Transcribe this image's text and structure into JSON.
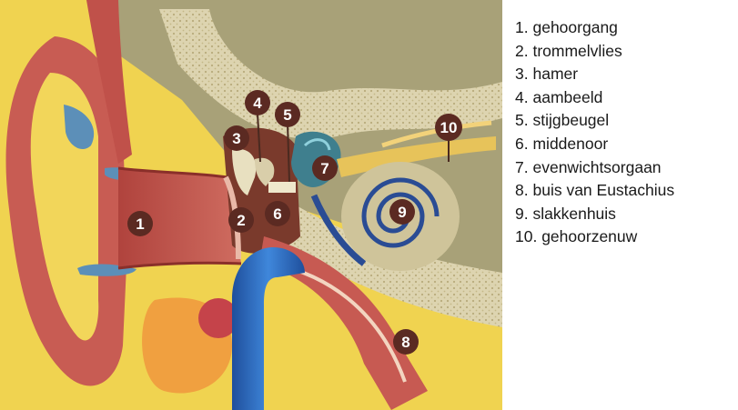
{
  "legend": {
    "items": [
      {
        "number": "1.",
        "label": "gehoorgang"
      },
      {
        "number": "2.",
        "label": "trommelvlies"
      },
      {
        "number": "3.",
        "label": "hamer"
      },
      {
        "number": "4.",
        "label": "aambeeld"
      },
      {
        "number": "5.",
        "label": "stijgbeugel"
      },
      {
        "number": "6.",
        "label": "middenoor"
      },
      {
        "number": "7.",
        "label": "evenwichtsorgaan"
      },
      {
        "number": "8.",
        "label": "buis van Eustachius"
      },
      {
        "number": "9.",
        "label": "slakkenhuis"
      },
      {
        "number": "10.",
        "label": "gehoorzenuw"
      }
    ]
  },
  "markers": {
    "m1": "1",
    "m2": "2",
    "m3": "3",
    "m4": "4",
    "m5": "5",
    "m6": "6",
    "m7": "7",
    "m8": "8",
    "m9": "9",
    "m10": "10"
  },
  "colors": {
    "skin": "#c75a52",
    "fat": "#f1d34e",
    "bone": "#d8cfa8",
    "tube": "#2f6fc4",
    "skull": "#a9a27a",
    "badge": "#5b2a22"
  }
}
